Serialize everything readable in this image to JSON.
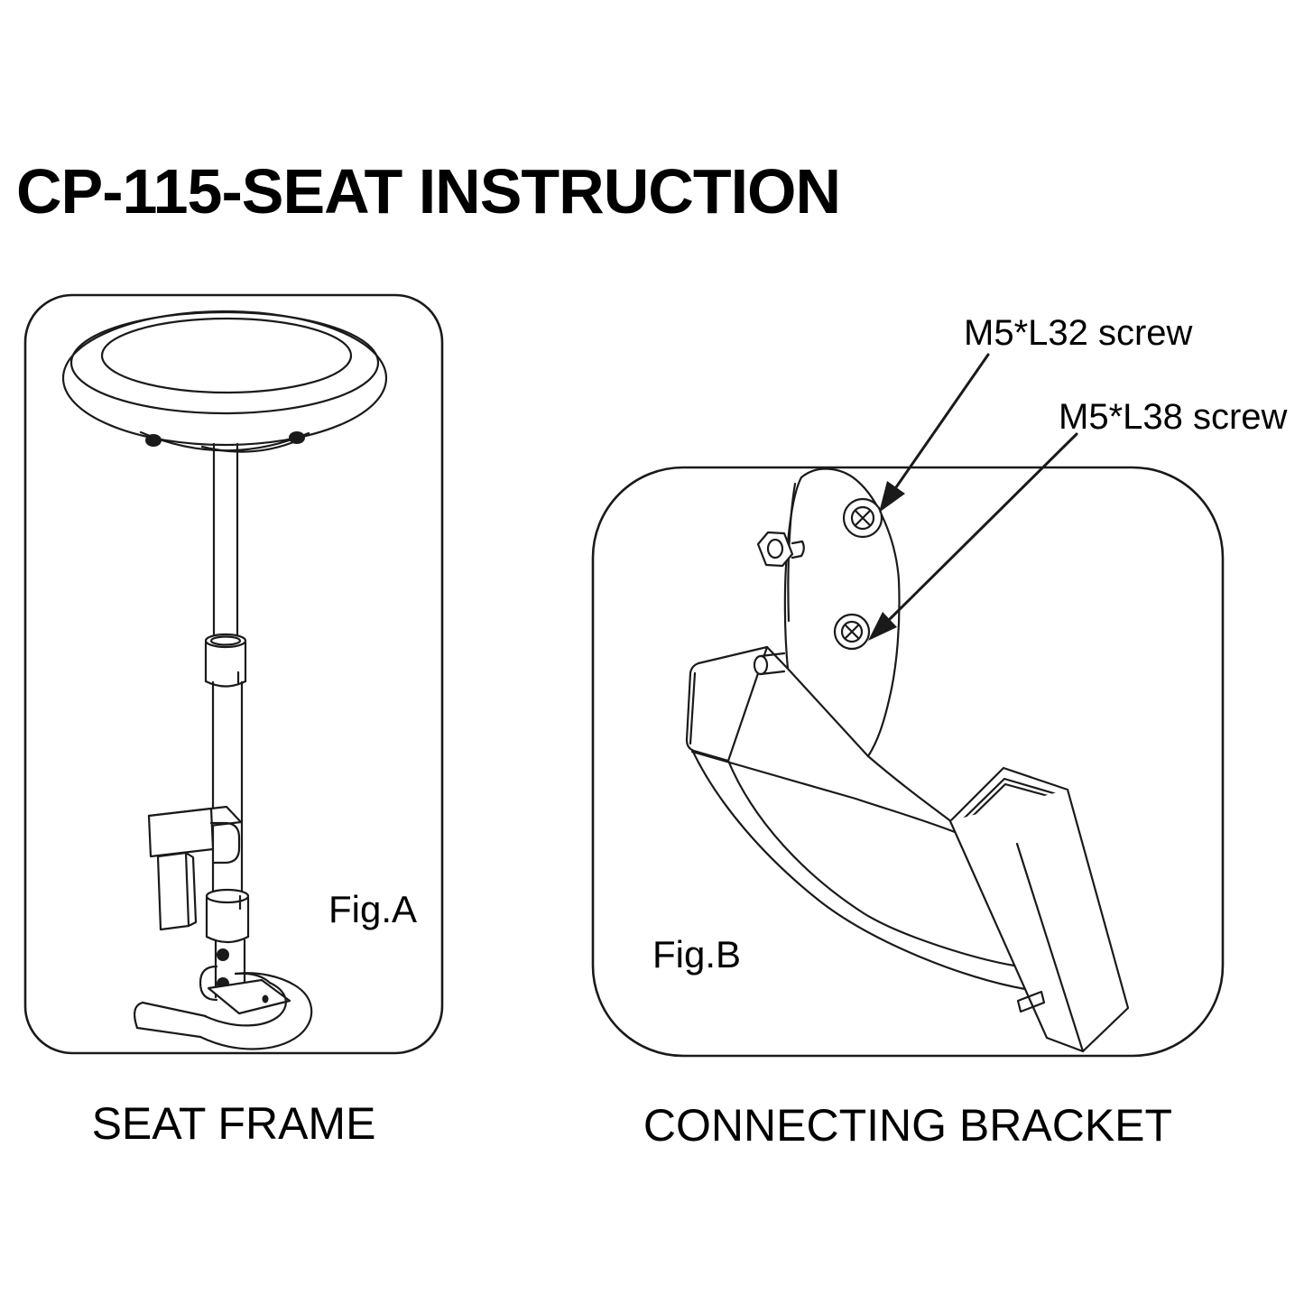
{
  "title": "CP-115-SEAT INSTRUCTION",
  "figures": [
    {
      "label": "Fig.A",
      "caption": "SEAT FRAME"
    },
    {
      "label": "Fig.B",
      "caption": "CONNECTING BRACKET"
    }
  ],
  "callouts": [
    {
      "text": "M5*L32 screw"
    },
    {
      "text": "M5*L38 screw"
    }
  ],
  "colors": {
    "background": "#ffffff",
    "line": "#1a1a1a",
    "text": "#000000"
  }
}
